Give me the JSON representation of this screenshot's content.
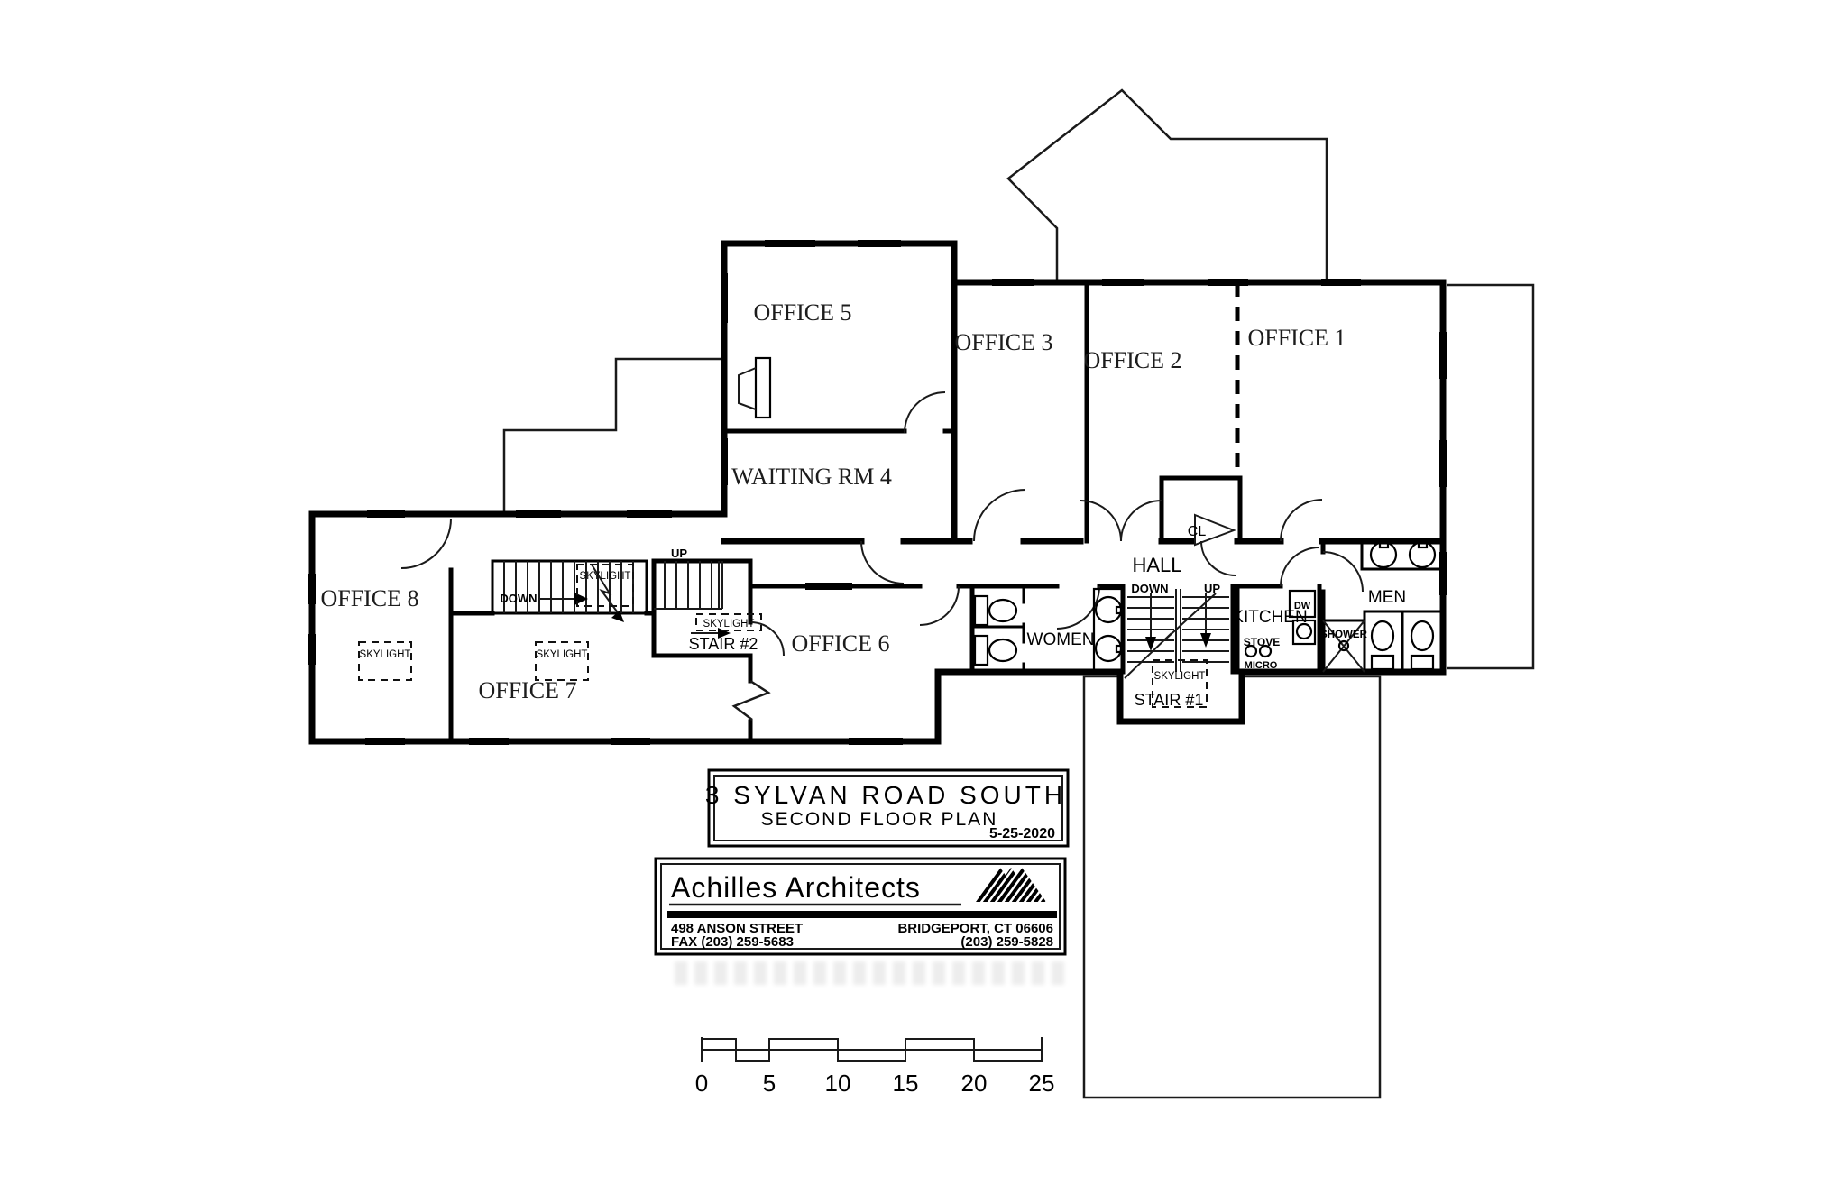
{
  "plan": {
    "rooms": {
      "office1": "OFFICE 1",
      "office2": "OFFICE 2",
      "office3": "OFFICE 3",
      "waiting4": "WAITING RM 4",
      "office5": "OFFICE 5",
      "office6": "OFFICE 6",
      "office7": "OFFICE 7",
      "office8": "OFFICE 8",
      "hall": "HALL",
      "women": "WOMEN",
      "men": "MEN",
      "kitchen": "KITCHEN",
      "closet": "CL",
      "stair1": "STAIR #1",
      "stair2": "STAIR #2"
    },
    "labels": {
      "skylight": "SKYLIGHT",
      "down": "DOWN",
      "up": "UP",
      "stove": "STOVE",
      "micro": "MICRO",
      "dishwasher": "DW",
      "shower": "SHOWER"
    }
  },
  "title_block": {
    "address": "3 SYLVAN ROAD SOUTH",
    "drawing_title": "SECOND FLOOR PLAN",
    "date": "5-25-2020"
  },
  "architect_block": {
    "firm": "Achilles Architects",
    "street": "498 ANSON STREET",
    "fax": "FAX (203) 259-5683",
    "city": "BRIDGEPORT, CT 06606",
    "phone": "(203) 259-5828"
  },
  "scale_bar": {
    "ticks": [
      "0",
      "5",
      "10",
      "15",
      "20",
      "25"
    ]
  },
  "colors": {
    "ink": "#000000",
    "paper": "#ffffff"
  }
}
